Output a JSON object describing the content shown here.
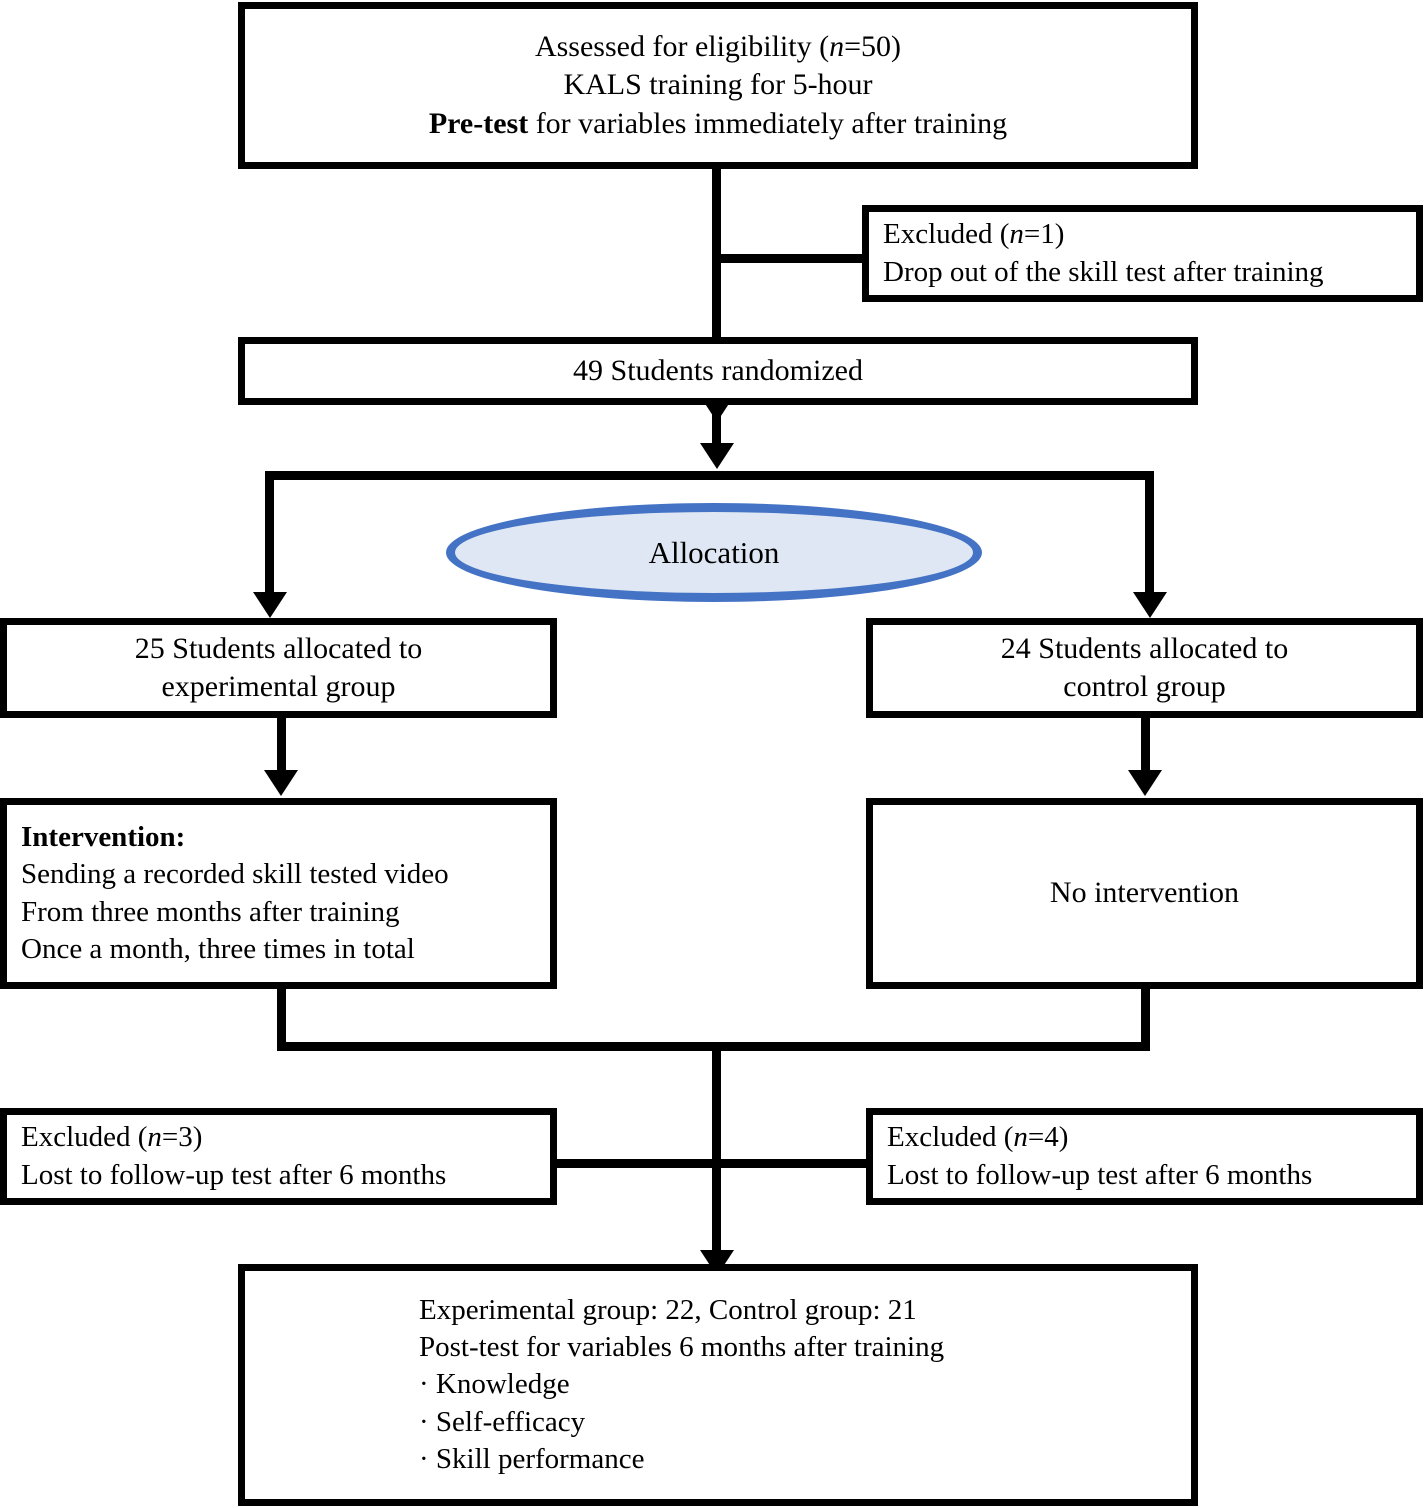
{
  "diagram": {
    "type": "consort-flow-chart",
    "title_text": "",
    "accent_color": "#4472C4",
    "ellipse_fill_color": "#DEE7F3",
    "line_color": "#000000",
    "box_border_color": "#000000",
    "nodes": {
      "eligibility": {
        "lines": [
          "Assessed for eligibility (n=50)",
          "KALS training for 5-hour",
          "Pre-test for variables immediately after training"
        ],
        "line1_pre": "Assessed for eligibility (",
        "line1_ital": "n",
        "line1_post": "=50)",
        "line2": "KALS training for 5-hour",
        "line3_bold": "Pre-test",
        "line3_rest": " for variables immediately after training"
      },
      "excluded_top": {
        "line1_pre": "Excluded (",
        "line1_ital": "n",
        "line1_post": "=1)",
        "line2": "Drop out of the skill test after training"
      },
      "randomized": {
        "label": "49 Students randomized"
      },
      "allocation_ellipse": {
        "label": "Allocation"
      },
      "experimental_alloc": {
        "line1": "25 Students allocated to",
        "line2": "experimental group"
      },
      "control_alloc": {
        "line1": "24 Students allocated to",
        "line2": "control group"
      },
      "intervention": {
        "heading": "Intervention:",
        "line1": "Sending a recorded skill tested video",
        "line2": "From three months after training",
        "line3": "Once a month, three times in total"
      },
      "no_intervention": {
        "label": "No intervention"
      },
      "excluded_left": {
        "line1_pre": "Excluded (",
        "line1_ital": "n",
        "line1_post": "=3)",
        "line2": "Lost to follow-up test after 6 months"
      },
      "excluded_right": {
        "line1_pre": "Excluded (",
        "line1_ital": "n",
        "line1_post": "=4)",
        "line2": "Lost to follow-up test after 6 months"
      },
      "analysis": {
        "line1": "Experimental group: 22, Control group: 21",
        "line2": "Post-test for variables 6 months after training",
        "bullet1": "· Knowledge",
        "bullet2": "· Self-efficacy",
        "bullet3": "· Skill performance"
      }
    }
  }
}
